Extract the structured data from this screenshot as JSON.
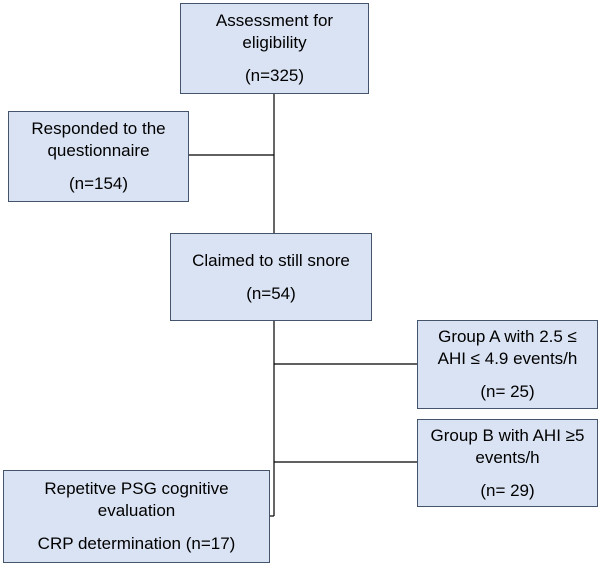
{
  "nodes": {
    "assessment": {
      "lines": [
        "Assessment for",
        "eligibility"
      ],
      "count": "(n=325)"
    },
    "responded": {
      "lines": [
        "Responded to the",
        "questionnaire"
      ],
      "count": "(n=154)"
    },
    "claimed": {
      "lines": [
        "Claimed to still snore"
      ],
      "count": "(n=54)"
    },
    "group_a": {
      "lines": [
        "Group A with 2.5 ≤",
        "AHI ≤ 4.9 events/h"
      ],
      "count": "(n= 25)"
    },
    "group_b": {
      "lines": [
        "Group B with AHI ≥5",
        "events/h"
      ],
      "count": "(n= 29)"
    },
    "repetitive": {
      "lines": [
        "Repetitve PSG cognitive",
        "evaluation"
      ],
      "count": "CRP determination (n=17)"
    }
  },
  "colors": {
    "box_fill": "#dae3f3",
    "box_border": "#44546a",
    "connector": "#000000"
  }
}
